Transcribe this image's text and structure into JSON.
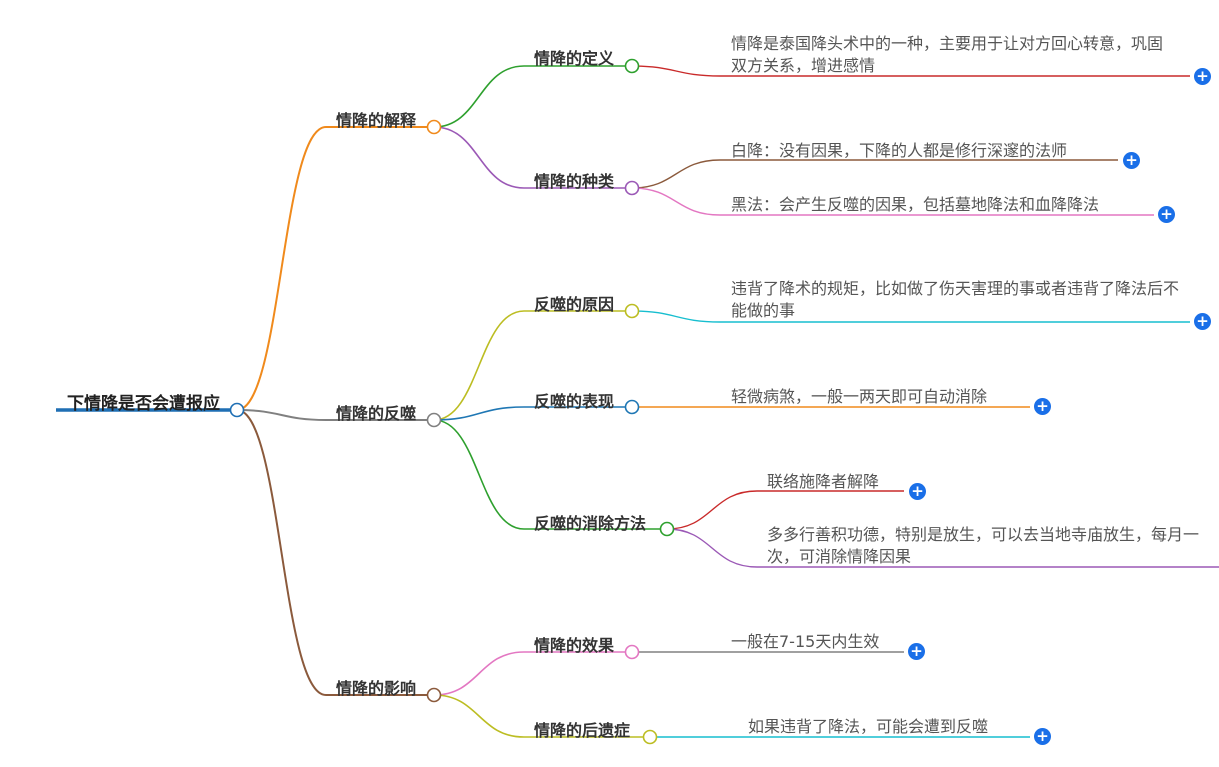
{
  "root": {
    "label": "下情降是否会遭报应"
  },
  "branches": [
    {
      "label": "情降的解释",
      "color": "#f08a1c",
      "children": [
        {
          "label": "情降的定义",
          "color": "#2ea02e",
          "leaves": [
            {
              "text": "情降是泰国降头术中的一种，主要用于让对方回心转意，巩固双方关系，增进感情",
              "color": "#c92a2a"
            }
          ]
        },
        {
          "label": "情降的种类",
          "color": "#9b59b6",
          "leaves": [
            {
              "text": "白降：没有因果，下降的人都是修行深邃的法师",
              "color": "#8b5a3c"
            },
            {
              "text": "黑法：会产生反噬的因果，包括墓地降法和血降降法",
              "color": "#e377c2"
            }
          ]
        }
      ]
    },
    {
      "label": "情降的反噬",
      "color": "#808080",
      "children": [
        {
          "label": "反噬的原因",
          "color": "#bcbd22",
          "leaves": [
            {
              "text": "违背了降术的规矩，比如做了伤天害理的事或者违背了降法后不能做的事",
              "color": "#17becf"
            }
          ]
        },
        {
          "label": "反噬的表现",
          "color": "#1f77b4",
          "leaves": [
            {
              "text": "轻微病煞，一般一两天即可自动消除",
              "color": "#f08a1c"
            }
          ]
        },
        {
          "label": "反噬的消除方法",
          "color": "#2ea02e",
          "leaves": [
            {
              "text": "联络施降者解降",
              "color": "#c92a2a"
            },
            {
              "text": "多多行善积功德，特别是放生，可以去当地寺庙放生，每月一次，可消除情降因果",
              "color": "#9b59b6"
            }
          ]
        }
      ]
    },
    {
      "label": "情降的影响",
      "color": "#8b5a3c",
      "children": [
        {
          "label": "情降的效果",
          "color": "#e377c2",
          "leaves": [
            {
              "text": "一般在7-15天内生效",
              "color": "#808080"
            }
          ]
        },
        {
          "label": "情降的后遗症",
          "color": "#bcbd22",
          "leaves": [
            {
              "text": "如果违背了降法，可能会遭到反噬",
              "color": "#17becf"
            }
          ]
        }
      ]
    }
  ],
  "colors": {
    "root_line": "#1f6fb4",
    "expand_button": "#1a6fe8"
  },
  "icons": {
    "expand": "plus-circle-icon",
    "expand_glyph": "+"
  }
}
